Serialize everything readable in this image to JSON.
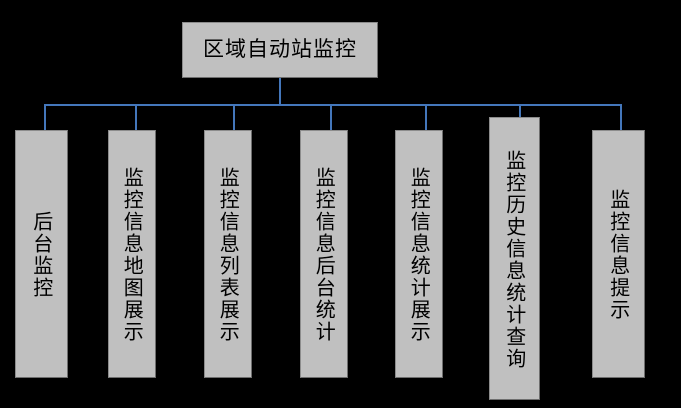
{
  "diagram": {
    "title": "区域自动站监控",
    "background_color": "#000000",
    "node_fill_color": "#c0c0c0",
    "connector_color": "#4477bb",
    "root": {
      "label": "区域自动站监控"
    },
    "children": [
      {
        "label": "后台监控"
      },
      {
        "label": "监控信息地图展示"
      },
      {
        "label": "监控信息列表展示"
      },
      {
        "label": "监控信息后台统计"
      },
      {
        "label": "监控信息统计展示"
      },
      {
        "label": "监控历史信息统计查询"
      },
      {
        "label": "监控信息提示"
      }
    ]
  }
}
